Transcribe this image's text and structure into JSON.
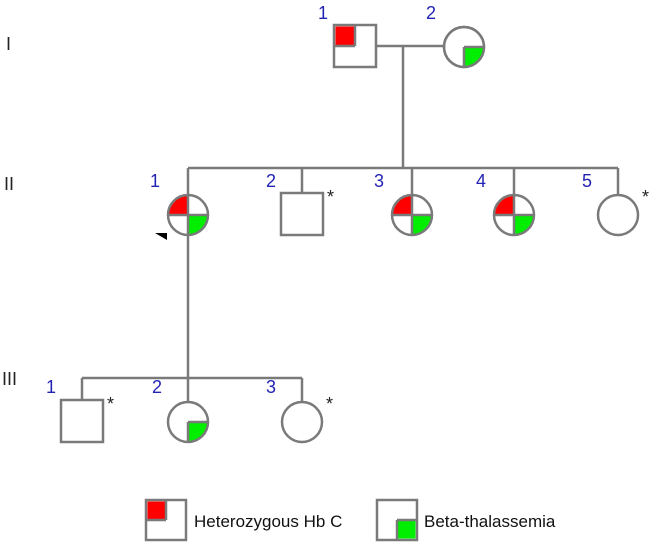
{
  "generations": [
    {
      "label": "I",
      "individuals": [
        {
          "number": "1",
          "sex": "male",
          "het_hbc": true,
          "beta_thal": false,
          "asterisk": false
        },
        {
          "number": "2",
          "sex": "female",
          "het_hbc": false,
          "beta_thal": true,
          "asterisk": false
        }
      ]
    },
    {
      "label": "II",
      "individuals": [
        {
          "number": "1",
          "sex": "female",
          "het_hbc": true,
          "beta_thal": true,
          "asterisk": false,
          "proband": true
        },
        {
          "number": "2",
          "sex": "male",
          "het_hbc": false,
          "beta_thal": false,
          "asterisk": true
        },
        {
          "number": "3",
          "sex": "female",
          "het_hbc": true,
          "beta_thal": true,
          "asterisk": false
        },
        {
          "number": "4",
          "sex": "female",
          "het_hbc": true,
          "beta_thal": true,
          "asterisk": false
        },
        {
          "number": "5",
          "sex": "female",
          "het_hbc": false,
          "beta_thal": false,
          "asterisk": true
        }
      ]
    },
    {
      "label": "III",
      "individuals": [
        {
          "number": "1",
          "sex": "male",
          "het_hbc": false,
          "beta_thal": false,
          "asterisk": true
        },
        {
          "number": "2",
          "sex": "female",
          "het_hbc": false,
          "beta_thal": true,
          "asterisk": false
        },
        {
          "number": "3",
          "sex": "female",
          "het_hbc": false,
          "beta_thal": false,
          "asterisk": true
        }
      ]
    }
  ],
  "asterisk_symbol": "*",
  "legend": [
    {
      "label": "Heterozygous Hb C",
      "color": "#ff0000"
    },
    {
      "label": "Beta-thalassemia",
      "color": "#00ee00"
    }
  ],
  "colors": {
    "line": "#7a7a7a",
    "number": "#2424b4",
    "het_hbc": "#ff0000",
    "beta_thal": "#00ee00"
  }
}
